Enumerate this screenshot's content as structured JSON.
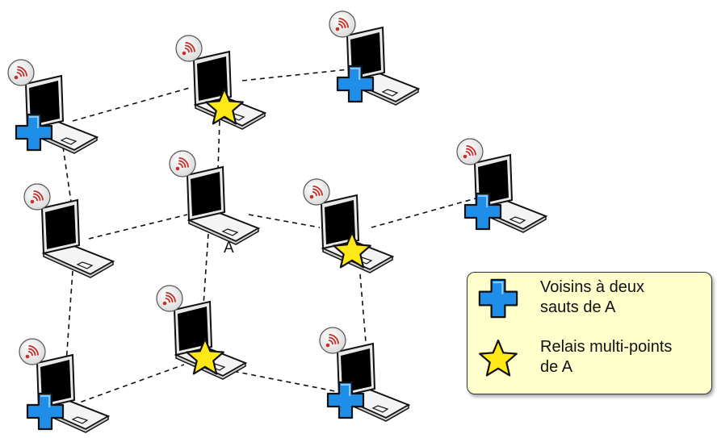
{
  "node_label": "A",
  "legend": {
    "two_hop_label": "Voisins à deux\nsauts de A",
    "mpr_label": "Relais multi-points\nde A"
  },
  "colors": {
    "plus_fill": "#1f8ee8",
    "star_fill": "#ffe817",
    "legend_bg": "#ffffcc",
    "wifi_red": "#c2322b",
    "screen": "#000000"
  },
  "icons": {
    "laptop": "laptop-icon",
    "wifi": "wifi-icon",
    "plus": "plus-icon",
    "star": "star-icon"
  }
}
